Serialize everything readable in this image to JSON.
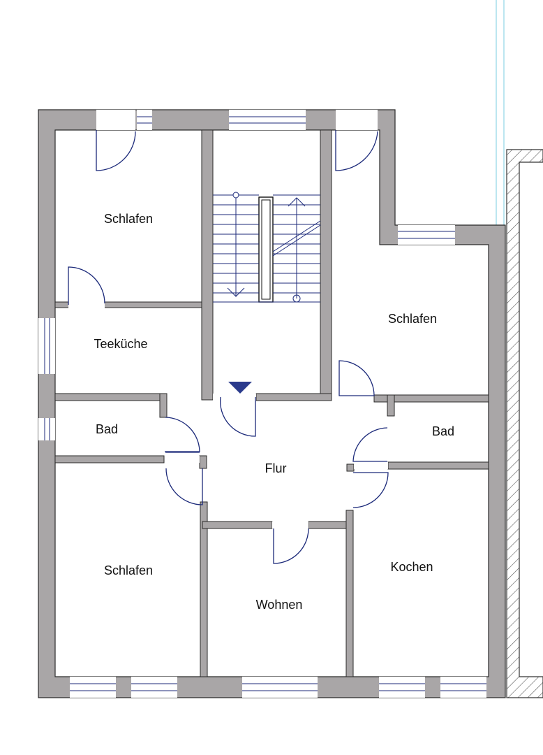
{
  "rooms": [
    {
      "id": "schlafen_nw",
      "label": "Schlafen"
    },
    {
      "id": "teekueche",
      "label": "Teeküche"
    },
    {
      "id": "bad_w",
      "label": "Bad"
    },
    {
      "id": "schlafen_sw",
      "label": "Schlafen"
    },
    {
      "id": "flur",
      "label": "Flur"
    },
    {
      "id": "wohnen",
      "label": "Wohnen"
    },
    {
      "id": "schlafen_e",
      "label": "Schlafen"
    },
    {
      "id": "bad_e",
      "label": "Bad"
    },
    {
      "id": "kochen",
      "label": "Kochen"
    }
  ],
  "colors": {
    "wall": "#a9a6a7",
    "line": "#1c2a7a",
    "entrance_marker": "#2a3a8c",
    "neighbor_hatch": "#5a5a5a",
    "guide_line": "#8fd4e6"
  }
}
